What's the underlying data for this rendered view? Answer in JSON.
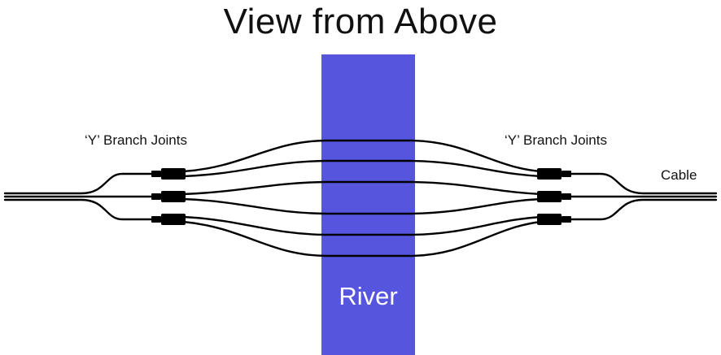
{
  "title": "View from Above",
  "labels": {
    "left_joints": "‘Y’ Branch Joints",
    "right_joints": "‘Y’ Branch Joints",
    "cable": "Cable",
    "river": "River"
  },
  "colors": {
    "river": "#5555dd",
    "cable": "#000000",
    "background": "#ffffff"
  }
}
